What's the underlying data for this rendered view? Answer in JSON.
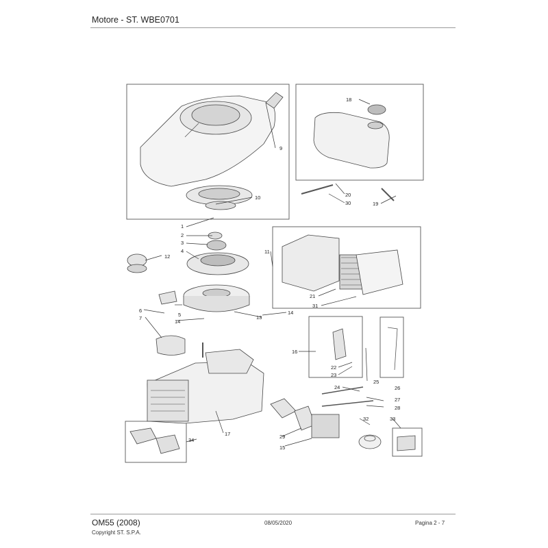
{
  "header": {
    "title": "Motore - ST. WBE0701"
  },
  "footer": {
    "model": "OM55 (2008)",
    "copyright": "Copyright ST. S.P.A.",
    "date": "08/05/2020",
    "page": "Pagina 2 - 7"
  },
  "parts": {
    "p1": "1",
    "p2": "2",
    "p3": "3",
    "p4": "4",
    "p5": "5",
    "p6": "6",
    "p7": "7",
    "p9": "9",
    "p10": "10",
    "p11": "11",
    "p12": "12",
    "p13": "13",
    "p14a": "14",
    "p14b": "14",
    "p15": "15",
    "p16": "16",
    "p17": "17",
    "p18": "18",
    "p19": "19",
    "p20": "20",
    "p21": "21",
    "p22": "22",
    "p23": "23",
    "p24": "24",
    "p25": "25",
    "p26": "26",
    "p27": "27",
    "p28": "28",
    "p29": "29",
    "p30": "30",
    "p31": "31",
    "p32": "32",
    "p33": "33",
    "p34": "34"
  }
}
